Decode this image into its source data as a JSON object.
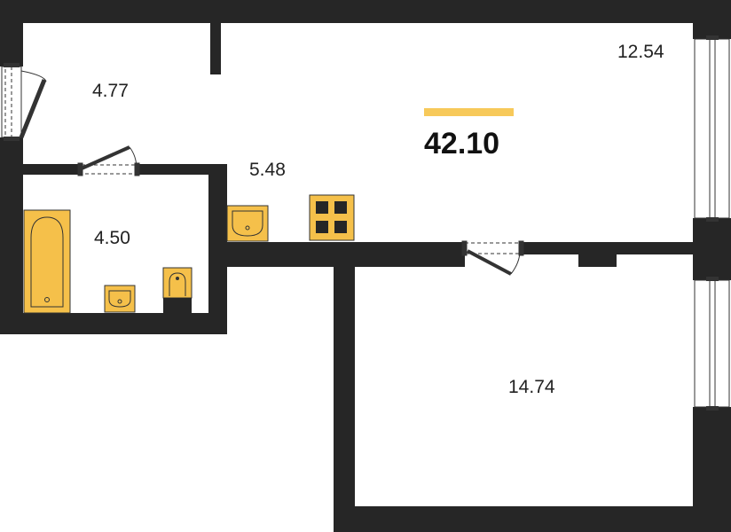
{
  "colors": {
    "wall": "#262626",
    "fixture": "#f5c04a",
    "fixture_outline": "#333333",
    "accent": "#f7c95a",
    "window_frame": "#333333"
  },
  "plan": {
    "total_area": "42.10",
    "rooms": [
      {
        "id": "hallway",
        "area": "4.77"
      },
      {
        "id": "bathroom",
        "area": "4.50"
      },
      {
        "id": "kitchen",
        "area": "5.48"
      },
      {
        "id": "living-room",
        "area": "12.54"
      },
      {
        "id": "bedroom",
        "area": "14.74"
      }
    ],
    "fixtures": [
      "bathtub-icon",
      "bathroom-sink-icon",
      "toilet-icon",
      "kitchen-sink-icon",
      "stove-icon"
    ]
  }
}
